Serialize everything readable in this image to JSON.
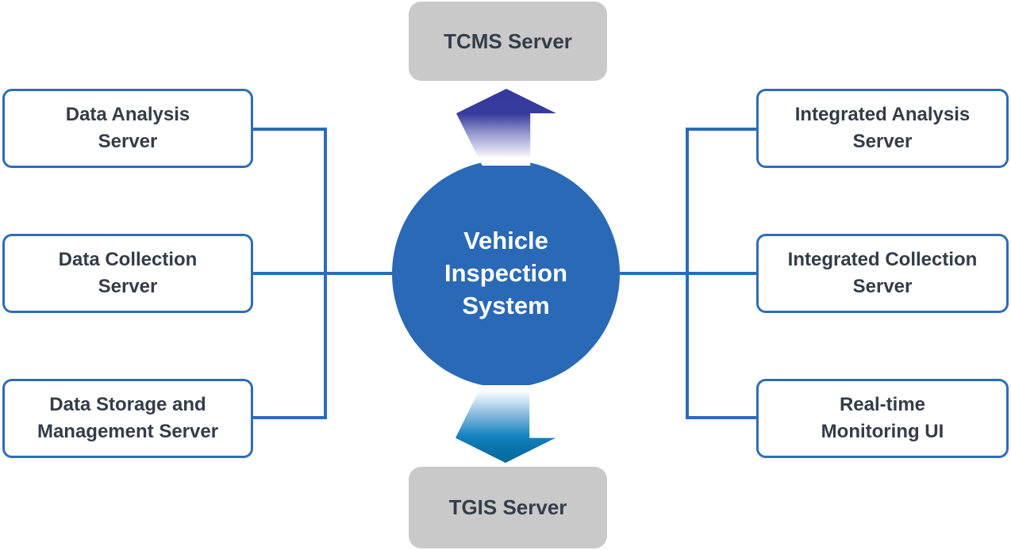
{
  "title": "Vehicle Inspection System Diagram",
  "colors": {
    "accent_blue": "#2B6CB8",
    "circle_fill": "#2A69B6",
    "node_border": "#2E6DB8",
    "gray_node_fill": "#C9C9C9",
    "label_text": "#343C48",
    "center_text": "#FFFFFF",
    "arrow_up_dark": "#34399B",
    "arrow_down_dark": "#04689A"
  },
  "nodes": {
    "center": {
      "label": "Vehicle\nInspection\nSystem"
    },
    "top": {
      "label": "TCMS Server"
    },
    "bottom": {
      "label": "TGIS Server"
    },
    "left": [
      {
        "label": "Data Analysis\nServer"
      },
      {
        "label": "Data Collection\nServer"
      },
      {
        "label": "Data Storage and\nManagement Server"
      }
    ],
    "right": [
      {
        "label": "Integrated Analysis\nServer"
      },
      {
        "label": "Integrated Collection\nServer"
      },
      {
        "label": "Real-time\nMonitoring UI"
      }
    ]
  }
}
